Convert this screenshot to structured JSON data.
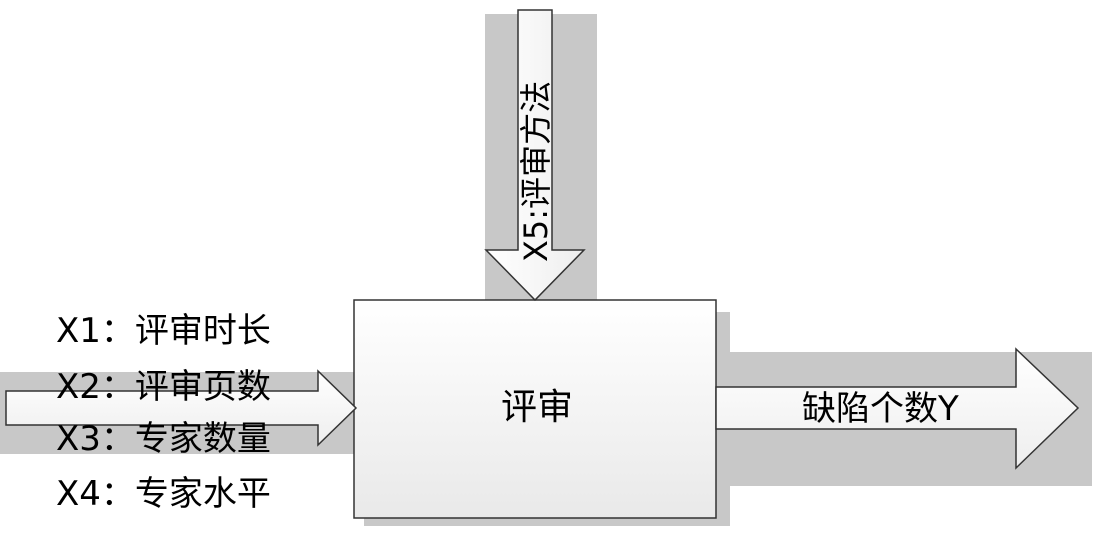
{
  "diagram": {
    "process_label": "评审",
    "top_input_label": "X5:评审方法",
    "output_label": "缺陷个数Y",
    "inputs": [
      "X1：评审时长",
      "X2：评审页数",
      "X3：专家数量",
      "X4：专家水平"
    ]
  }
}
